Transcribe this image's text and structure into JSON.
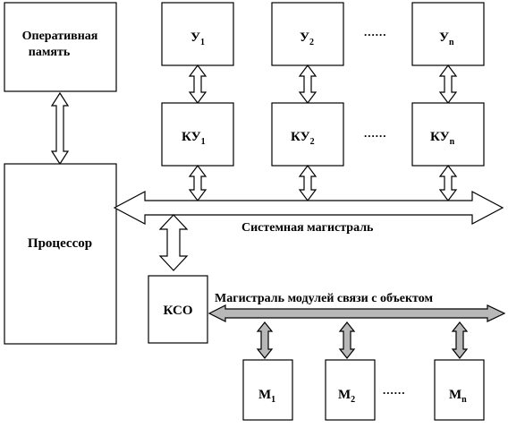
{
  "ram": {
    "line1": "Оперативная",
    "line2": "память"
  },
  "processor": {
    "label": "Процессор"
  },
  "devices": [
    {
      "base": "У",
      "sub": "1"
    },
    {
      "base": "У",
      "sub": "2"
    },
    {
      "base": "У",
      "sub": "n"
    }
  ],
  "controllers": [
    {
      "base": "КУ",
      "sub": "1"
    },
    {
      "base": "КУ",
      "sub": "2"
    },
    {
      "base": "КУ",
      "sub": "n"
    }
  ],
  "system_bus": {
    "label": "Системная магистраль"
  },
  "kso": {
    "label": "КСО"
  },
  "object_bus": {
    "label": "Магистраль модулей связи с объектом"
  },
  "modules": [
    {
      "base": "М",
      "sub": "1"
    },
    {
      "base": "М",
      "sub": "2"
    },
    {
      "base": "М",
      "sub": "n"
    }
  ],
  "ellipsis": "......",
  "colors": {
    "stroke": "#000000",
    "fill": "#ffffff",
    "object_bus_fill": "#b8b8b8"
  }
}
